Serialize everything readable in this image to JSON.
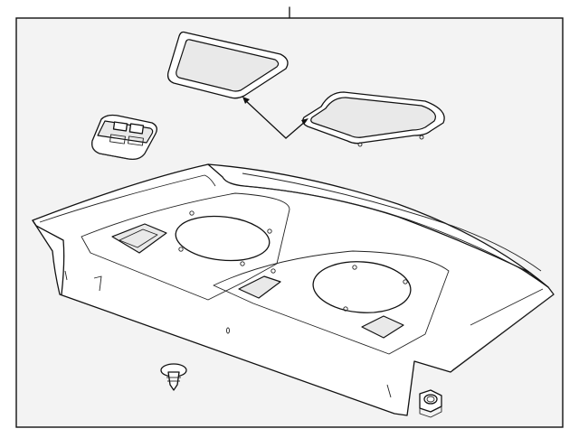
{
  "diagram": {
    "colors": {
      "background": "#f3f3f3",
      "line": "#111111",
      "paper": "#ffffff"
    },
    "parts": [
      {
        "id": "upper-trim-cover",
        "icon": "trim-cover-icon"
      },
      {
        "id": "lower-trim-cover",
        "icon": "trim-cover-icon"
      },
      {
        "id": "switch-bezel",
        "icon": "switch-bezel-icon"
      },
      {
        "id": "rear-shelf-panel",
        "icon": "package-tray-icon"
      },
      {
        "id": "push-pin-fastener",
        "icon": "push-pin-icon"
      },
      {
        "id": "hex-nut",
        "icon": "nut-icon"
      }
    ]
  }
}
